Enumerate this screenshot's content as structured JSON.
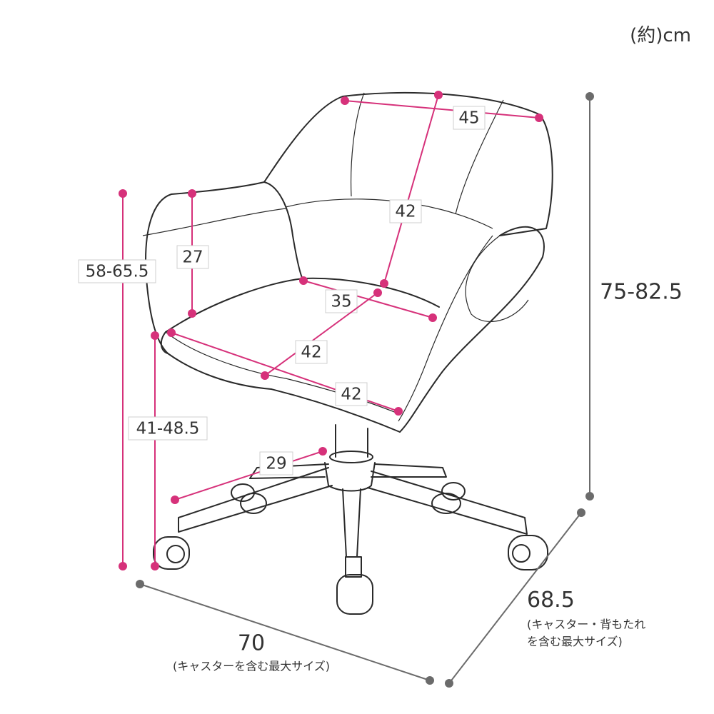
{
  "unit_note": "(約)cm",
  "colors": {
    "dimension_pink": "#d6317a",
    "dimension_gray": "#6b6b6b",
    "outline": "#2a2a2a"
  },
  "dimensions": {
    "back_width": "45",
    "back_height": "42",
    "armrest_height_from_seat": "27",
    "armrest_height_from_floor": "58-65.5",
    "seat_back_width": "35",
    "seat_depth": "42",
    "seat_front_width": "42",
    "seat_height": "41-48.5",
    "base_radius": "29",
    "total_height": "75-82.5",
    "total_width": "70",
    "total_width_note": "(キャスターを含む最大サイズ)",
    "total_depth": "68.5",
    "total_depth_note_1": "(キャスター・背もたれ",
    "total_depth_note_2": "を含む最大サイズ)"
  }
}
